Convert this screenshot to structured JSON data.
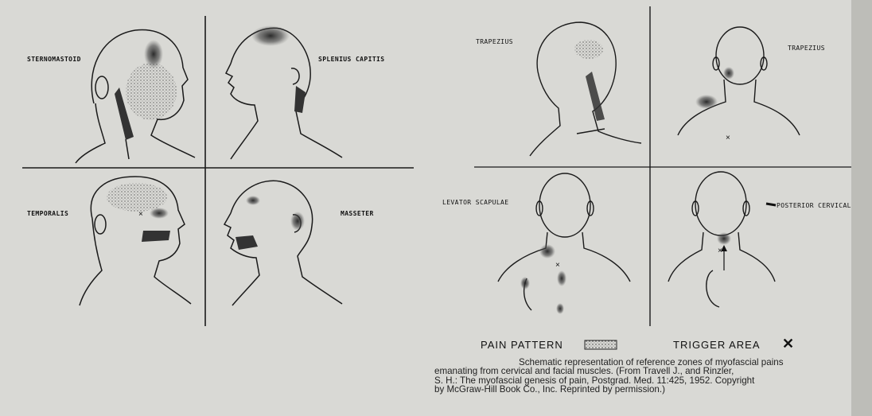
{
  "left_panels": [
    {
      "label": "STERNOMASTOID"
    },
    {
      "label": "SPLENIUS CAPITIS"
    },
    {
      "label": "TEMPORALIS"
    },
    {
      "label": "MASSETER"
    }
  ],
  "right_panels": [
    {
      "label": "TRAPEZIUS"
    },
    {
      "label": "TRAPEZIUS"
    },
    {
      "label": "LEVATOR SCAPULAE"
    },
    {
      "label": "POSTERIOR CERVICAL"
    }
  ],
  "legend": {
    "pain_pattern": "PAIN PATTERN",
    "trigger_area": "TRIGGER AREA",
    "trigger_symbol": "✕"
  },
  "caption": {
    "lines": [
      "Schematic representation of reference zones of myofascial pains",
      "emanating from cervical and facial muscles. (From Travell J., and Rinzler,",
      "S. H.: The myofascial genesis of pain, Postgrad. Med. 11:425, 1952. Copyright",
      "by McGraw-Hill Book Co., Inc. Reprinted by permission.)"
    ]
  },
  "colors": {
    "paper": "#d9d9d5",
    "ink": "#1a1a1a",
    "shade": "#555555"
  }
}
